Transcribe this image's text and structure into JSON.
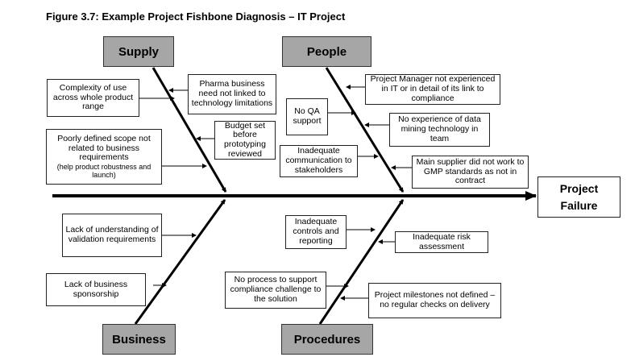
{
  "title": "Figure 3.7: Example Project Fishbone Diagnosis – IT Project",
  "effect": {
    "line1": "Project",
    "line2": "Failure"
  },
  "categories": {
    "supply": "Supply",
    "people": "People",
    "business": "Business",
    "procedures": "Procedures"
  },
  "causes": {
    "supply": [
      "Complexity of use across whole product range",
      "Pharma business need not linked to technology limitations",
      "Budget set before prototyping reviewed",
      "Poorly defined scope not related to business requirements",
      "(help product robustness and launch)"
    ],
    "people": [
      "Project Manager not experienced in IT or in detail of its link to compliance",
      "No QA support",
      "No experience of data mining technology in team",
      "Inadequate communication to stakeholders",
      "Main supplier did not work to GMP standards as not in contract"
    ],
    "business": [
      "Lack of understanding of validation requirements",
      "Lack of business sponsorship"
    ],
    "procedures": [
      "Inadequate controls and reporting",
      "Inadequate risk assessment",
      "No process to support compliance challenge to the solution",
      "Project milestones not defined – no regular checks on delivery"
    ]
  }
}
